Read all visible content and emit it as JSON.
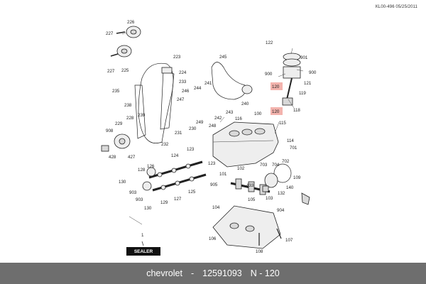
{
  "doc_code": "KL00-496 05/25/2011",
  "sealer_label": "SEALER",
  "caption": {
    "brand": "chevrolet",
    "part_number": "12591093",
    "ref": "N - 120"
  },
  "highlight_color": "#f3b3ad",
  "callouts": {
    "c226": "226",
    "c227a": "227",
    "c227b": "227",
    "c225": "225",
    "c223": "223",
    "c224": "224",
    "c233": "233",
    "c245": "245",
    "c235": "235",
    "c246": "246",
    "c241": "241",
    "c244": "244",
    "c247": "247",
    "c243": "243",
    "c240": "240",
    "c238": "238",
    "c239": "239",
    "c228": "228",
    "c229": "229",
    "c230": "230",
    "c249": "249",
    "c248": "248",
    "c242": "242",
    "c116": "116",
    "c908": "908",
    "c231": "231",
    "c232": "232",
    "c428": "428",
    "c427": "427",
    "c100": "100",
    "c115": "115",
    "c123a": "123",
    "c124": "124",
    "c123b": "123",
    "c126": "126",
    "c128": "128",
    "c130a": "130",
    "c903a": "903",
    "c905": "905",
    "c101": "101",
    "c102": "102",
    "c433": "433",
    "c703": "703",
    "c704": "704",
    "c125": "125",
    "c127": "127",
    "c129": "129",
    "c903b": "903",
    "c130b": "130",
    "c103": "103",
    "c104": "104",
    "c105": "105",
    "c106": "106",
    "c107": "107",
    "c108": "108",
    "c904": "904",
    "c1": "1",
    "c122": "122",
    "c901": "901",
    "c900a": "900",
    "c900b": "900",
    "c121": "121",
    "c120a": "120",
    "c119": "119",
    "c120b": "120",
    "c118": "118",
    "c114": "114",
    "c701": "701",
    "c702": "702",
    "c109": "109",
    "c140": "140",
    "c132": "132"
  }
}
